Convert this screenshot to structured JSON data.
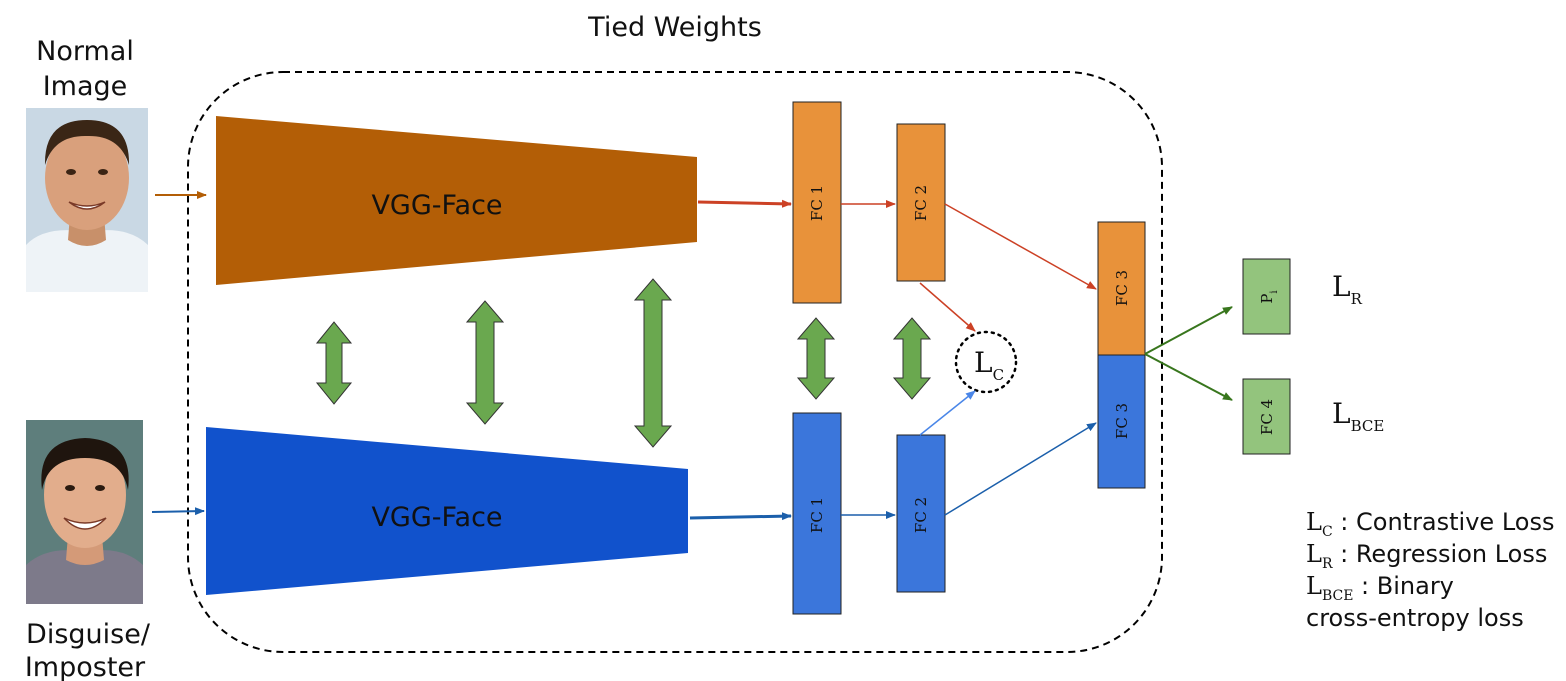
{
  "title": "Tied Weights",
  "inputs": {
    "normal": {
      "line1": "Normal",
      "line2": "Image"
    },
    "imposter": {
      "line1": "Disguise/",
      "line2": "Imposter"
    }
  },
  "branches": {
    "top": {
      "backbone": "VGG-Face",
      "fc1": "FC 1",
      "fc2": "FC 2",
      "color": "#b35e06"
    },
    "bottom": {
      "backbone": "VGG-Face",
      "fc1": "FC 1",
      "fc2": "FC 2",
      "color": "#1152cc"
    }
  },
  "colors": {
    "orange_fc": "#e8923a",
    "blue_fc": "#3b76db",
    "green_box": "#93c47d",
    "tie_arrow": "#6aa84f",
    "arrow_top": "#cc4125",
    "arrow_bottom": "#1b5fab",
    "arrow_green": "#38761d"
  },
  "fc3": {
    "top": "FC 3",
    "bottom": "FC 3"
  },
  "heads": {
    "regression": {
      "main": "P",
      "sub": "i"
    },
    "classifier": "FC 4"
  },
  "losses": {
    "contrastive": {
      "main": "L",
      "sub": "C"
    },
    "regression": {
      "main": "L",
      "sub": "R"
    },
    "bce": {
      "main": "L",
      "sub": "BCE"
    }
  },
  "legend": [
    {
      "main": "L",
      "sub": "C",
      "text": " : Contrastive Loss"
    },
    {
      "main": "L",
      "sub": "R",
      "text": " : Regression Loss"
    },
    {
      "main": "L",
      "sub": "BCE",
      "text": " : Binary"
    },
    {
      "main": "",
      "sub": "",
      "text": "cross-entropy loss"
    }
  ]
}
